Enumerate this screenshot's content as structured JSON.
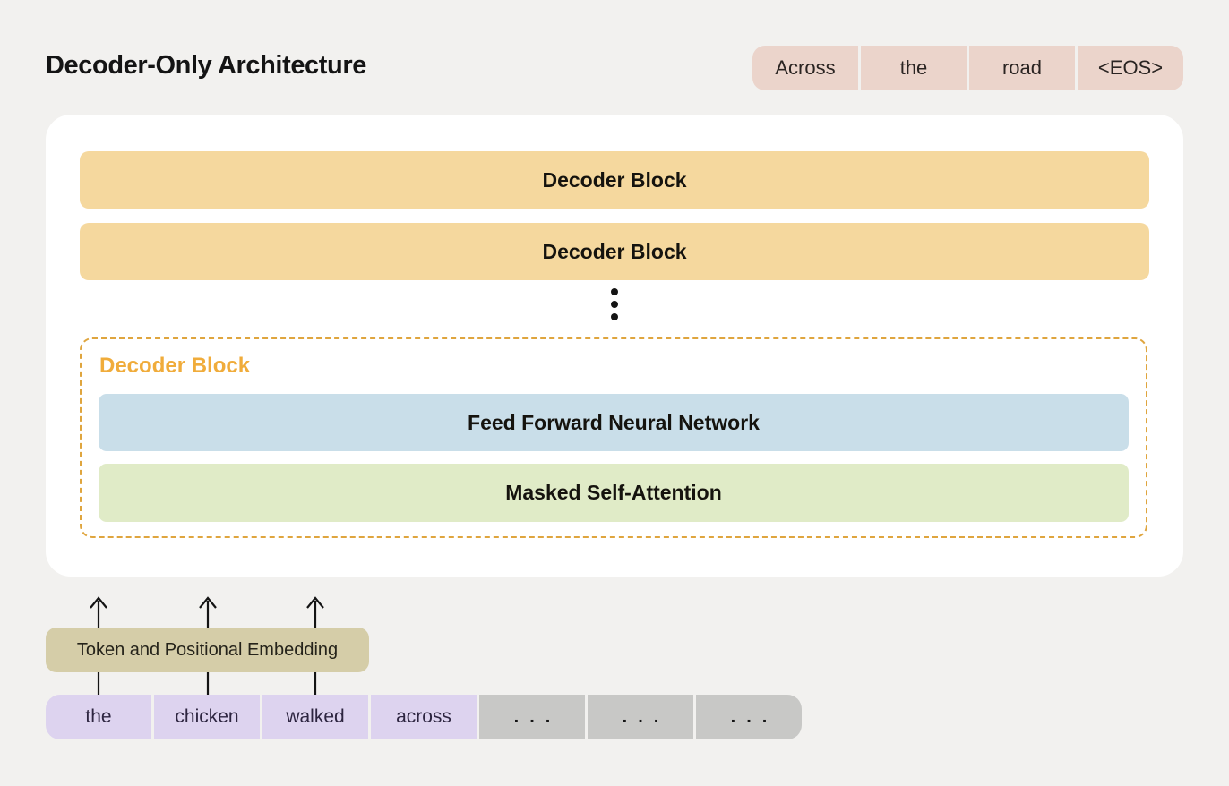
{
  "title": "Decoder-Only Architecture",
  "output_tokens": [
    "Across",
    "the",
    "road",
    "<EOS>"
  ],
  "architecture": {
    "decoder_blocks": [
      "Decoder Block",
      "Decoder Block"
    ],
    "expanded_block": {
      "label": "Decoder Block",
      "layers": [
        "Feed Forward Neural Network",
        "Masked Self-Attention"
      ]
    }
  },
  "embedding": {
    "label": "Token and Positional Embedding"
  },
  "input_tokens": [
    "the",
    "chicken",
    "walked",
    "across"
  ],
  "placeholder_tokens": [
    "...",
    "...",
    "..."
  ],
  "icons": {
    "up_arrow": "↑",
    "vertical_ellipsis": "⋮"
  },
  "colors": {
    "background": "#F2F1EF",
    "card": "#FFFFFF",
    "decoder_bar": "#F5D89E",
    "dashed_border": "#DFA53E",
    "block_label": "#F0AC3B",
    "ffnn": "#C9DEE9",
    "attention": "#E0EBC7",
    "output_token": "#EBD4CB",
    "input_token": "#DDD3EF",
    "placeholder_token": "#C8C8C6",
    "embedding": "#D5CDA8",
    "ink": "#161616",
    "token_ink": "#2D2540"
  }
}
